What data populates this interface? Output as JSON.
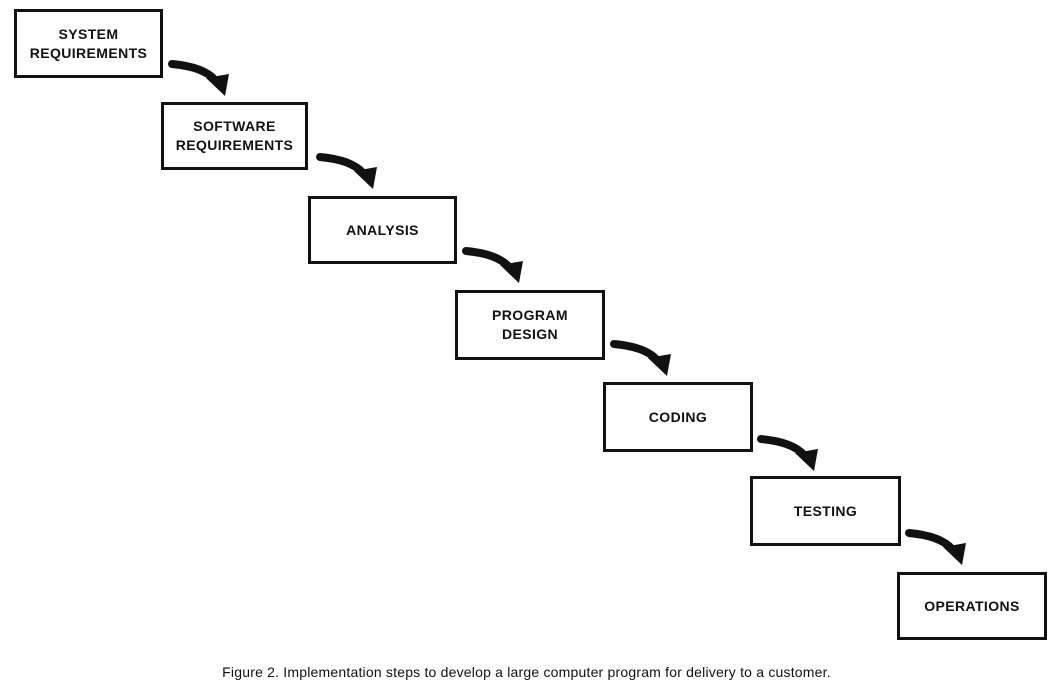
{
  "diagram": {
    "steps": [
      {
        "label": "SYSTEM\nREQUIREMENTS"
      },
      {
        "label": "SOFTWARE\nREQUIREMENTS"
      },
      {
        "label": "ANALYSIS"
      },
      {
        "label": "PROGRAM\nDESIGN"
      },
      {
        "label": "CODING"
      },
      {
        "label": "TESTING"
      },
      {
        "label": "OPERATIONS"
      }
    ],
    "flow": [
      {
        "from": 0,
        "to": 1
      },
      {
        "from": 1,
        "to": 2
      },
      {
        "from": 2,
        "to": 3
      },
      {
        "from": 3,
        "to": 4
      },
      {
        "from": 4,
        "to": 5
      },
      {
        "from": 5,
        "to": 6
      }
    ],
    "line_color": "#111111"
  },
  "caption": "Figure 2.  Implementation steps to develop a large computer program for delivery to a customer."
}
